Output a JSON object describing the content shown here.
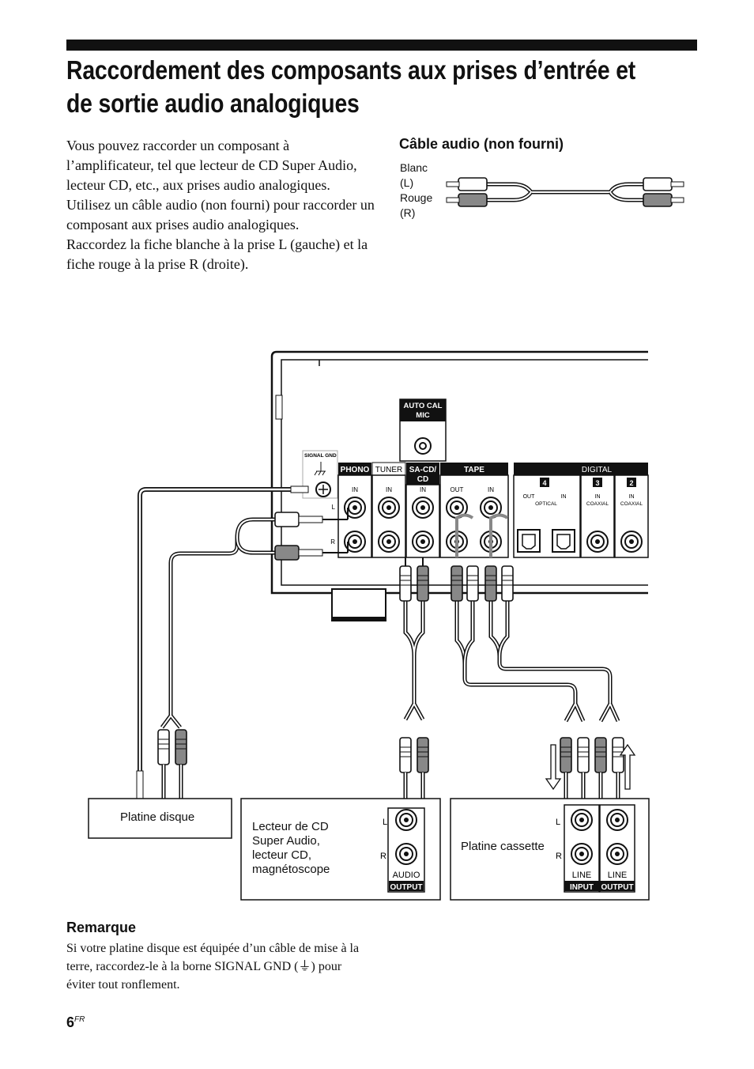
{
  "title_line1": "Raccordement des composants aux prises d’entrée et",
  "title_line2": "de sortie audio analogiques",
  "intro": [
    "Vous pouvez raccorder un composant à l’amplificateur, tel que lecteur de CD Super Audio, lecteur CD, etc., aux prises audio analogiques.",
    "Utilisez un câble audio (non fourni) pour raccorder un composant aux prises audio analogiques.",
    "Raccordez la fiche blanche à la prise L (gauche) et la fiche rouge à la prise R (droite)."
  ],
  "cable": {
    "title": "Câble audio (non fourni)",
    "white": "Blanc",
    "white_ch": "(L)",
    "red": "Rouge",
    "red_ch": "(R)"
  },
  "panel": {
    "auto_cal_1": "AUTO CAL",
    "auto_cal_2": "MIC",
    "signal_gnd": "SIGNAL GND",
    "phono": "PHONO",
    "tuner": "TUNER",
    "sacd_1": "SA-CD/",
    "sacd_2": "CD",
    "tape": "TAPE",
    "digital": "DIGITAL",
    "in": "IN",
    "out": "OUT",
    "optical": "OPTICAL",
    "coaxial": "COAXIAL",
    "num4": "4",
    "num3": "3",
    "num2": "2",
    "L": "L",
    "R": "R"
  },
  "devices": {
    "turntable": "Platine disque",
    "cd_player": [
      "Lecteur de CD",
      "Super Audio,",
      "lecteur CD,",
      "magnétoscope"
    ],
    "cassette": "Platine cassette",
    "audio": "AUDIO",
    "output": "OUTPUT",
    "line": "LINE",
    "input": "INPUT",
    "L": "L",
    "R": "R"
  },
  "remark": {
    "title": "Remarque",
    "text": "Si votre platine disque est équipée d’un câble de mise à la terre, raccordez-le à la borne SIGNAL GND (⏚) pour éviter tout ronflement."
  },
  "page_number": "6",
  "page_suffix": "FR"
}
